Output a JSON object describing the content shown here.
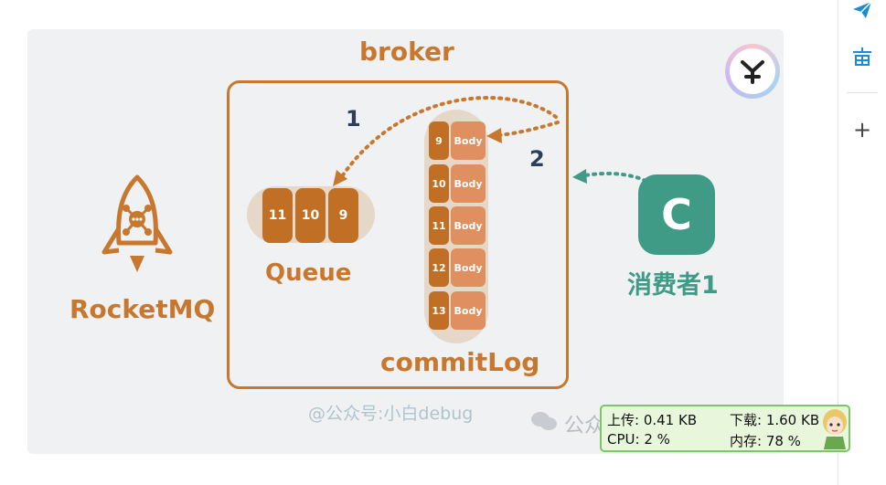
{
  "slide": {
    "broker_title": "broker",
    "queue_label": "Queue",
    "queue_cells": [
      "11",
      "10",
      "9"
    ],
    "commitlog_label": "commitLog",
    "commitlog_rows": [
      {
        "num": "9",
        "body": "Body"
      },
      {
        "num": "10",
        "body": "Body"
      },
      {
        "num": "11",
        "body": "Body"
      },
      {
        "num": "12",
        "body": "Body"
      },
      {
        "num": "13",
        "body": "Body"
      }
    ],
    "step_one": "1",
    "step_two": "2",
    "rocketmq_label": "RocketMQ",
    "consumer_letter": "C",
    "consumer_label": "消费者1",
    "watermark": "@公众号:小白debug",
    "wechat_watermark": "公众",
    "colors": {
      "accent": "#c8782e",
      "consumer": "#3f9a86",
      "step_number": "#2c3e5c"
    }
  },
  "sidebar": {
    "icons": [
      "send-icon",
      "weather-icon"
    ],
    "add_button": "+"
  },
  "network_monitor": {
    "upload": "上传: 0.41 KB",
    "download": "下载: 1.60 KB",
    "cpu": "CPU: 2 %",
    "memory": "内存: 78 %"
  }
}
